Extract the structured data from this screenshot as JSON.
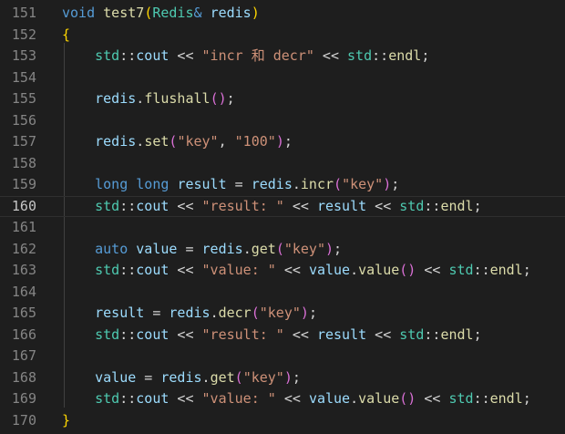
{
  "current_line": 160,
  "lines": [
    {
      "num": "151",
      "tokens": [
        [
          "kw",
          "void"
        ],
        [
          "op",
          " "
        ],
        [
          "fn",
          "test7"
        ],
        [
          "p1",
          "("
        ],
        [
          "ty",
          "Redis"
        ],
        [
          "kw",
          "&"
        ],
        [
          "op",
          " "
        ],
        [
          "var",
          "redis"
        ],
        [
          "p1",
          ")"
        ]
      ]
    },
    {
      "num": "152",
      "tokens": [
        [
          "p1",
          "{"
        ]
      ]
    },
    {
      "num": "153",
      "tokens": [
        [
          "op",
          "    "
        ],
        [
          "ty",
          "std"
        ],
        [
          "op",
          "::"
        ],
        [
          "var",
          "cout"
        ],
        [
          "op",
          " << "
        ],
        [
          "str",
          "\"incr 和 decr\""
        ],
        [
          "op",
          " << "
        ],
        [
          "ty",
          "std"
        ],
        [
          "op",
          "::"
        ],
        [
          "fn",
          "endl"
        ],
        [
          "op",
          ";"
        ]
      ]
    },
    {
      "num": "154",
      "tokens": []
    },
    {
      "num": "155",
      "tokens": [
        [
          "op",
          "    "
        ],
        [
          "var",
          "redis"
        ],
        [
          "op",
          "."
        ],
        [
          "fn",
          "flushall"
        ],
        [
          "p2",
          "()"
        ],
        [
          "op",
          ";"
        ]
      ]
    },
    {
      "num": "156",
      "tokens": []
    },
    {
      "num": "157",
      "tokens": [
        [
          "op",
          "    "
        ],
        [
          "var",
          "redis"
        ],
        [
          "op",
          "."
        ],
        [
          "fn",
          "set"
        ],
        [
          "p2",
          "("
        ],
        [
          "str",
          "\"key\""
        ],
        [
          "op",
          ", "
        ],
        [
          "str",
          "\"100\""
        ],
        [
          "p2",
          ")"
        ],
        [
          "op",
          ";"
        ]
      ]
    },
    {
      "num": "158",
      "tokens": []
    },
    {
      "num": "159",
      "tokens": [
        [
          "op",
          "    "
        ],
        [
          "kw",
          "long long"
        ],
        [
          "op",
          " "
        ],
        [
          "var",
          "result"
        ],
        [
          "op",
          " = "
        ],
        [
          "var",
          "redis"
        ],
        [
          "op",
          "."
        ],
        [
          "fn",
          "incr"
        ],
        [
          "p2",
          "("
        ],
        [
          "str",
          "\"key\""
        ],
        [
          "p2",
          ")"
        ],
        [
          "op",
          ";"
        ]
      ]
    },
    {
      "num": "160",
      "tokens": [
        [
          "op",
          "    "
        ],
        [
          "ty",
          "std"
        ],
        [
          "op",
          "::"
        ],
        [
          "var",
          "cout"
        ],
        [
          "op",
          " << "
        ],
        [
          "str",
          "\"result: \""
        ],
        [
          "op",
          " << "
        ],
        [
          "var",
          "result"
        ],
        [
          "op",
          " << "
        ],
        [
          "ty",
          "std"
        ],
        [
          "op",
          "::"
        ],
        [
          "fn",
          "endl"
        ],
        [
          "op",
          ";"
        ]
      ]
    },
    {
      "num": "161",
      "tokens": []
    },
    {
      "num": "162",
      "tokens": [
        [
          "op",
          "    "
        ],
        [
          "kw",
          "auto"
        ],
        [
          "op",
          " "
        ],
        [
          "var",
          "value"
        ],
        [
          "op",
          " = "
        ],
        [
          "var",
          "redis"
        ],
        [
          "op",
          "."
        ],
        [
          "fn",
          "get"
        ],
        [
          "p2",
          "("
        ],
        [
          "str",
          "\"key\""
        ],
        [
          "p2",
          ")"
        ],
        [
          "op",
          ";"
        ]
      ]
    },
    {
      "num": "163",
      "tokens": [
        [
          "op",
          "    "
        ],
        [
          "ty",
          "std"
        ],
        [
          "op",
          "::"
        ],
        [
          "var",
          "cout"
        ],
        [
          "op",
          " << "
        ],
        [
          "str",
          "\"value: \""
        ],
        [
          "op",
          " << "
        ],
        [
          "var",
          "value"
        ],
        [
          "op",
          "."
        ],
        [
          "fn",
          "value"
        ],
        [
          "p2",
          "()"
        ],
        [
          "op",
          " << "
        ],
        [
          "ty",
          "std"
        ],
        [
          "op",
          "::"
        ],
        [
          "fn",
          "endl"
        ],
        [
          "op",
          ";"
        ]
      ]
    },
    {
      "num": "164",
      "tokens": []
    },
    {
      "num": "165",
      "tokens": [
        [
          "op",
          "    "
        ],
        [
          "var",
          "result"
        ],
        [
          "op",
          " = "
        ],
        [
          "var",
          "redis"
        ],
        [
          "op",
          "."
        ],
        [
          "fn",
          "decr"
        ],
        [
          "p2",
          "("
        ],
        [
          "str",
          "\"key\""
        ],
        [
          "p2",
          ")"
        ],
        [
          "op",
          ";"
        ]
      ]
    },
    {
      "num": "166",
      "tokens": [
        [
          "op",
          "    "
        ],
        [
          "ty",
          "std"
        ],
        [
          "op",
          "::"
        ],
        [
          "var",
          "cout"
        ],
        [
          "op",
          " << "
        ],
        [
          "str",
          "\"result: \""
        ],
        [
          "op",
          " << "
        ],
        [
          "var",
          "result"
        ],
        [
          "op",
          " << "
        ],
        [
          "ty",
          "std"
        ],
        [
          "op",
          "::"
        ],
        [
          "fn",
          "endl"
        ],
        [
          "op",
          ";"
        ]
      ]
    },
    {
      "num": "167",
      "tokens": []
    },
    {
      "num": "168",
      "tokens": [
        [
          "op",
          "    "
        ],
        [
          "var",
          "value"
        ],
        [
          "op",
          " = "
        ],
        [
          "var",
          "redis"
        ],
        [
          "op",
          "."
        ],
        [
          "fn",
          "get"
        ],
        [
          "p2",
          "("
        ],
        [
          "str",
          "\"key\""
        ],
        [
          "p2",
          ")"
        ],
        [
          "op",
          ";"
        ]
      ]
    },
    {
      "num": "169",
      "tokens": [
        [
          "op",
          "    "
        ],
        [
          "ty",
          "std"
        ],
        [
          "op",
          "::"
        ],
        [
          "var",
          "cout"
        ],
        [
          "op",
          " << "
        ],
        [
          "str",
          "\"value: \""
        ],
        [
          "op",
          " << "
        ],
        [
          "var",
          "value"
        ],
        [
          "op",
          "."
        ],
        [
          "fn",
          "value"
        ],
        [
          "p2",
          "()"
        ],
        [
          "op",
          " << "
        ],
        [
          "ty",
          "std"
        ],
        [
          "op",
          "::"
        ],
        [
          "fn",
          "endl"
        ],
        [
          "op",
          ";"
        ]
      ]
    },
    {
      "num": "170",
      "tokens": [
        [
          "p1",
          "}"
        ]
      ]
    }
  ]
}
